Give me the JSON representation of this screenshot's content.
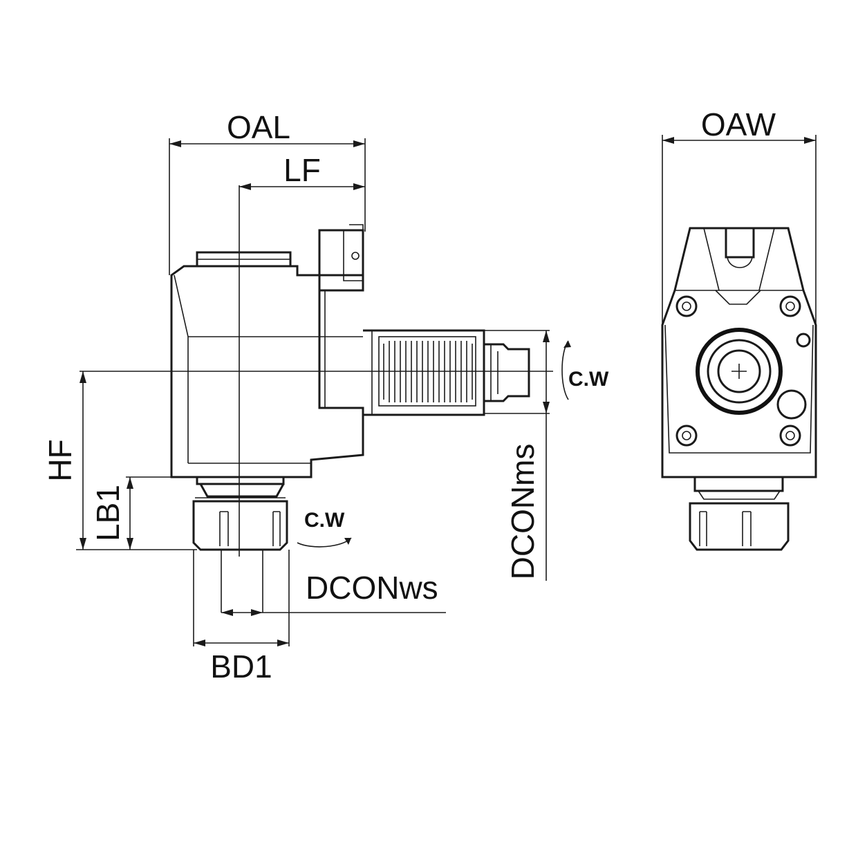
{
  "labels": {
    "oal": "OAL",
    "lf": "LF",
    "oaw": "OAW",
    "hf": "HF",
    "lb1": "LB1",
    "bd1": "BD1",
    "dcon_ws": "DCONws",
    "dcon_ms": "DCONms",
    "rotation_drive": "C.W",
    "rotation_spindle": "C.W"
  },
  "colors": {
    "line": "#1a1a1a",
    "background": "#ffffff"
  }
}
